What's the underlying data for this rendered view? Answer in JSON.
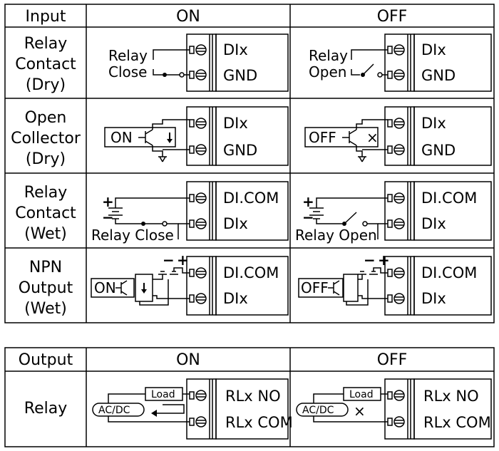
{
  "input_table": {
    "headers": [
      "Input",
      "ON",
      "OFF"
    ],
    "rows": [
      {
        "label": [
          "Relay",
          "Contact",
          "(Dry)"
        ],
        "on": {
          "left": [
            "Relay",
            "Close"
          ],
          "t1": "DIx",
          "t2": "GND"
        },
        "off": {
          "left": [
            "Relay",
            "Open"
          ],
          "t1": "DIx",
          "t2": "GND"
        }
      },
      {
        "label": [
          "Open",
          "Collector",
          "(Dry)"
        ],
        "on": {
          "box": "ON",
          "t1": "DIx",
          "t2": "GND"
        },
        "off": {
          "box": "OFF",
          "t1": "DIx",
          "t2": "GND"
        }
      },
      {
        "label": [
          "Relay",
          "Contact",
          "(Wet)"
        ],
        "on": {
          "bottom": "Relay Close",
          "t1": "DI.COM",
          "t2": "DIx"
        },
        "off": {
          "bottom": "Relay Open",
          "t1": "DI.COM",
          "t2": "DIx"
        }
      },
      {
        "label": [
          "NPN",
          "Output",
          "(Wet)"
        ],
        "on": {
          "box": "ON",
          "t1": "DI.COM",
          "t2": "DIx"
        },
        "off": {
          "box": "OFF",
          "t1": "DI.COM",
          "t2": "DIx"
        }
      }
    ]
  },
  "output_table": {
    "headers": [
      "Output",
      "ON",
      "OFF"
    ],
    "row": {
      "label": "Relay",
      "on": {
        "source": "AC/DC",
        "load": "Load",
        "t1": "RLx NO",
        "t2": "RLx COM"
      },
      "off": {
        "source": "AC/DC",
        "load": "Load",
        "t1": "RLx NO",
        "t2": "RLx COM"
      }
    }
  },
  "symbols": {
    "plus": "+",
    "minus": "−",
    "cross": "×"
  }
}
